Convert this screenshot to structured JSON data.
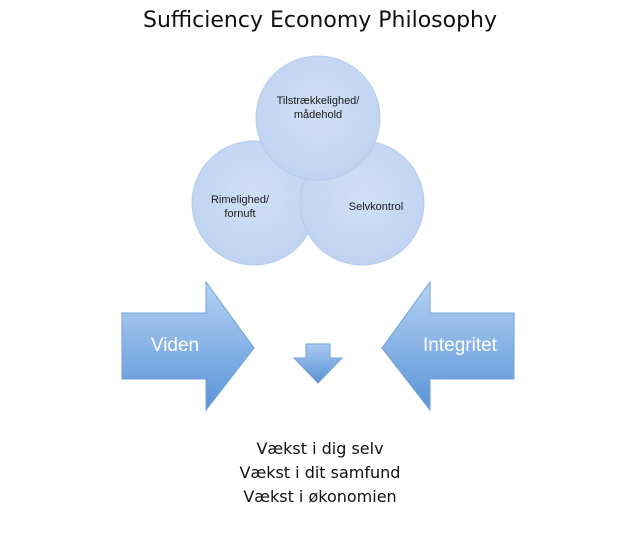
{
  "title": "Sufficiency Economy Philosophy",
  "circles": {
    "top": "Tilstrækkelighed/\nmådehold",
    "left": "Rimelighed/\nfornuft",
    "right": "Selvkontrol"
  },
  "arrows": {
    "left": "Viden",
    "right": "Integritet"
  },
  "outcomes": [
    "Vækst i dig selv",
    "Vækst i dit samfund",
    "Vækst i økonomien"
  ],
  "colors": {
    "circle_fill": "#b9cff0",
    "circle_stroke": "#a8c2ea",
    "arrow_light": "#a7c9ef",
    "arrow_dark": "#5b95d9"
  }
}
